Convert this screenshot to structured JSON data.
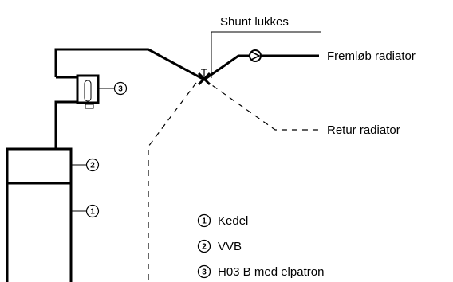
{
  "labels": {
    "shunt": "Shunt lukkes",
    "flow": "Fremløb radiator",
    "return": "Retur radiator"
  },
  "callouts": {
    "c1": "1",
    "c2": "2",
    "c3": "3"
  },
  "legend": [
    {
      "num": "1",
      "text": "Kedel"
    },
    {
      "num": "2",
      "text": "VVB"
    },
    {
      "num": "3",
      "text": "H03 B med elpatron"
    }
  ]
}
